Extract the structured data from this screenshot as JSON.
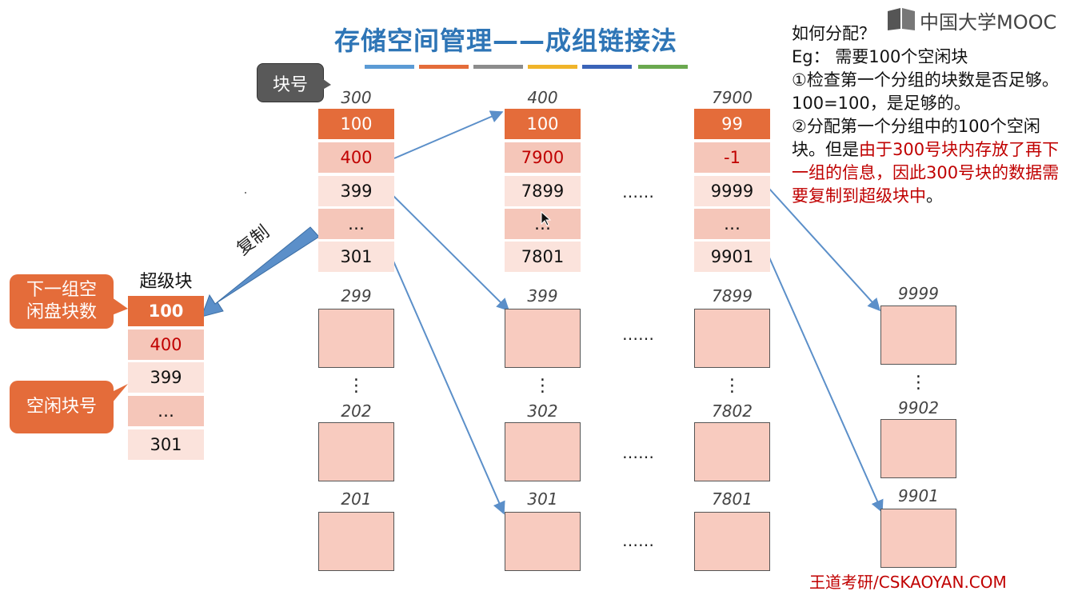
{
  "title": "存储空间管理——成组链接法",
  "title_bar_colors": [
    "#5b9bd5",
    "#e46c3a",
    "#8c8c8c",
    "#f0b429",
    "#3a63b8",
    "#6aa84f"
  ],
  "logo": {
    "text": "中国大学MOOC",
    "icon": "mooc-book-icon"
  },
  "notes": {
    "line1": "如何分配？",
    "line2": "Eg： 需要100个空闲块",
    "step1": "①检查第一个分组的块数是否足够。100=100，是足够的。",
    "step2_black": "②分配第一个分组中的100个空闲块。但是",
    "step2_red": "由于300号块内存放了再下一组的信息，因此300号块的数据需要复制到超级块中",
    "step2_end": "。"
  },
  "callouts": {
    "block_no": "块号",
    "next_group_line1": "下一组空",
    "next_group_line2": "闲盘块数",
    "free_block_no": "空闲块号"
  },
  "super_block": {
    "title": "超级块",
    "cells": [
      "100",
      "400",
      "399",
      "…",
      "301"
    ]
  },
  "copy_label": "复制",
  "groups": [
    {
      "label": "300",
      "cells": [
        "100",
        "400",
        "399",
        "…",
        "301"
      ]
    },
    {
      "label": "400",
      "cells": [
        "100",
        "7900",
        "7899",
        "…",
        "7801"
      ]
    },
    {
      "label": "7900",
      "cells": [
        "99",
        "-1",
        "9999",
        "…",
        "9901"
      ]
    }
  ],
  "h_ellipsis": "……",
  "v_ellipsis": "⋮",
  "block_labels": {
    "col1": [
      "299",
      "202",
      "201"
    ],
    "col2": [
      "399",
      "302",
      "301"
    ],
    "col3": [
      "7899",
      "7802",
      "7801"
    ],
    "col4": [
      "9999",
      "9902",
      "9901"
    ]
  },
  "footer": "王道考研/CSKAOYAN.COM",
  "colors": {
    "accent_orange": "#e46c3a",
    "title_blue": "#2e75b6",
    "arrow_blue": "#5b8fc9",
    "red": "#c00000"
  }
}
